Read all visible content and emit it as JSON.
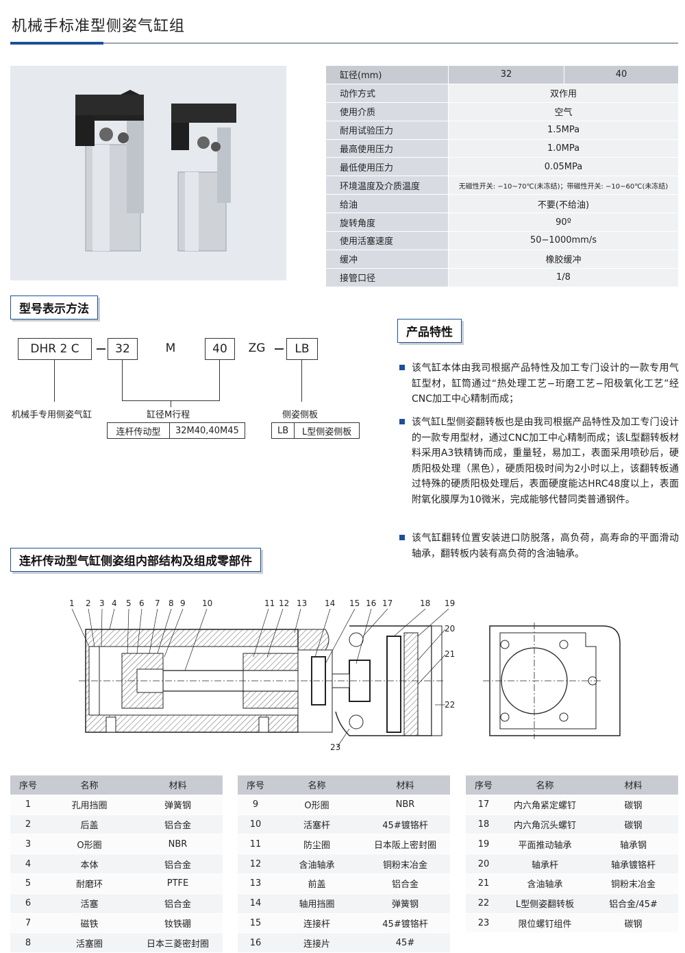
{
  "page_title": "机械手标准型侧姿气缸组",
  "spec_table": {
    "header": {
      "label": "缸径(mm)",
      "values": [
        "32",
        "40"
      ]
    },
    "rows": [
      {
        "label": "动作方式",
        "value": "双作用"
      },
      {
        "label": "使用介质",
        "value": "空气"
      },
      {
        "label": "耐用试验压力",
        "value": "1.5MPa"
      },
      {
        "label": "最高使用压力",
        "value": "1.0MPa"
      },
      {
        "label": "最低使用压力",
        "value": "0.05MPa"
      },
      {
        "label": "环境温度及介质温度",
        "value": "无磁性开关: −10~70℃(未冻结)；带磁性开关: −10~60℃(未冻结)"
      },
      {
        "label": "给油",
        "value": "不要(不给油)"
      },
      {
        "label": "旋转角度",
        "value": "90º"
      },
      {
        "label": "使用活塞速度",
        "value": "50−1000mm/s"
      },
      {
        "label": "缓冲",
        "value": "橡胶缓冲"
      },
      {
        "label": "接管口径",
        "value": "1/8"
      }
    ]
  },
  "model_section": {
    "title": "型号表示方法",
    "code_boxes": [
      "DHR 2 C",
      "32",
      "40",
      "LB"
    ],
    "code_plain": [
      "M",
      "ZG"
    ],
    "labels": {
      "cylinder_type": "机械手专用侧姿气缸",
      "bore_stroke": "缸径M行程",
      "side_plate": "侧姿侧板"
    },
    "options": {
      "drive_label": "连杆传动型",
      "drive_value": "32M40,40M45",
      "plate_code": "LB",
      "plate_value": "L型侧姿侧板"
    }
  },
  "features": {
    "title": "产品特性",
    "items": [
      "该气缸本体由我司根据产品特性及加工专门设计的一款专用气缸型材，缸筒通过“热处理工艺−珩磨工艺−阳极氧化工艺”经CNC加工中心精制而成；",
      "该气缸L型侧姿翻转板也是由我司根据产品特性及加工专门设计的一款专用型材，通过CNC加工中心精制而成；该L型翻转板材料采用A3铁精铸而成，重量轻，易加工，表面采用喷砂后，硬质阳极处理（黑色），硬质阳极时间为2小时以上，该翻转板通过特殊的硬质阳极处理后，表面硬度能达HRC48度以上，表面附氧化膜厚为10微米，完成能够代替同类普通钢件。",
      "该气缸翻转位置安装进口防脱落，高负荷，高寿命的平面滑动轴承，翻转板内装有高负荷的含油轴承。"
    ]
  },
  "structure_section": {
    "title": "连杆传动型气缸侧姿组内部结构及组成零部件",
    "callouts": [
      "1",
      "2",
      "3",
      "4",
      "5",
      "6",
      "7",
      "8",
      "9",
      "10",
      "11",
      "12",
      "13",
      "14",
      "15",
      "16",
      "17",
      "18",
      "19",
      "20",
      "21",
      "22",
      "23"
    ]
  },
  "parts_tables": {
    "headers": [
      "序号",
      "名称",
      "材料"
    ],
    "table1": [
      [
        "1",
        "孔用挡圈",
        "弹簧钢"
      ],
      [
        "2",
        "后盖",
        "铝合金"
      ],
      [
        "3",
        "O形圈",
        "NBR"
      ],
      [
        "4",
        "本体",
        "铝合金"
      ],
      [
        "5",
        "耐磨环",
        "PTFE"
      ],
      [
        "6",
        "活塞",
        "铝合金"
      ],
      [
        "7",
        "磁铁",
        "钕铁硼"
      ],
      [
        "8",
        "活塞圈",
        "日本三菱密封圈"
      ]
    ],
    "table2": [
      [
        "9",
        "O形圈",
        "NBR"
      ],
      [
        "10",
        "活塞杆",
        "45#镀铬杆"
      ],
      [
        "11",
        "防尘圈",
        "日本阪上密封圈"
      ],
      [
        "12",
        "含油轴承",
        "铜粉末冶金"
      ],
      [
        "13",
        "前盖",
        "铝合金"
      ],
      [
        "14",
        "轴用挡圈",
        "弹簧钢"
      ],
      [
        "15",
        "连接杆",
        "45#镀铬杆"
      ],
      [
        "16",
        "连接片",
        "45#"
      ]
    ],
    "table3": [
      [
        "17",
        "内六角紧定螺钉",
        "碳钢"
      ],
      [
        "18",
        "内六角沉头螺钉",
        "碳钢"
      ],
      [
        "19",
        "平面推动轴承",
        "轴承钢"
      ],
      [
        "20",
        "轴承杆",
        "轴承镀铬杆"
      ],
      [
        "21",
        "含油轴承",
        "铜粉末冶金"
      ],
      [
        "22",
        "L型侧姿翻转板",
        "铝合金/45#"
      ],
      [
        "23",
        "限位螺钉组件",
        "碳钢"
      ]
    ]
  },
  "colors": {
    "accent": "#1b4f9b",
    "table_header": "#c8ccd2",
    "photo_bg": "#e6e9ee"
  }
}
